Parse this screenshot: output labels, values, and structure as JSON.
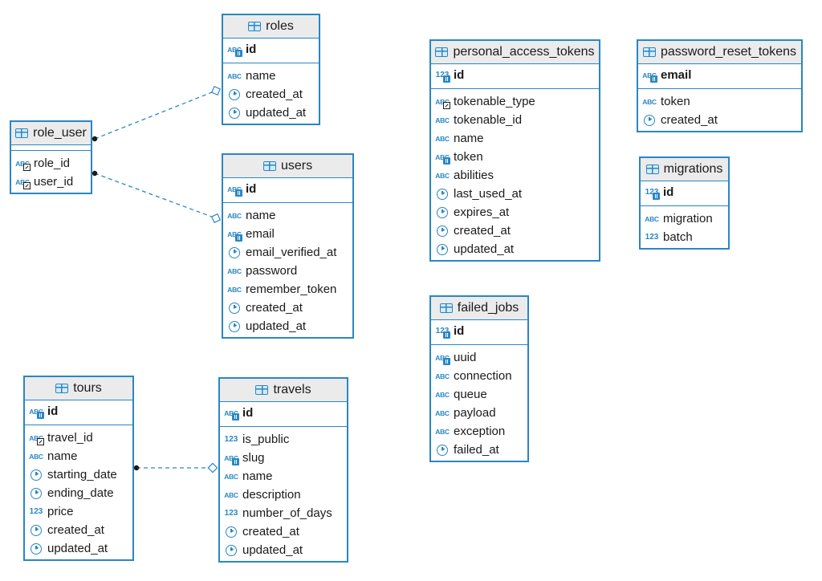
{
  "colors": {
    "accent": "#2a86c4",
    "header_bg": "#ebebeb"
  },
  "entities": {
    "roles": {
      "name": "roles",
      "pk": [
        {
          "name": "id",
          "type": "abc-key"
        }
      ],
      "cols": [
        {
          "name": "name",
          "type": "abc"
        },
        {
          "name": "created_at",
          "type": "clock"
        },
        {
          "name": "updated_at",
          "type": "clock"
        }
      ]
    },
    "role_user": {
      "name": "role_user",
      "pk": [],
      "cols": [
        {
          "name": "role_id",
          "type": "abc-fk"
        },
        {
          "name": "user_id",
          "type": "abc-fk"
        }
      ]
    },
    "users": {
      "name": "users",
      "pk": [
        {
          "name": "id",
          "type": "abc-key"
        }
      ],
      "cols": [
        {
          "name": "name",
          "type": "abc"
        },
        {
          "name": "email",
          "type": "abc-key"
        },
        {
          "name": "email_verified_at",
          "type": "clock"
        },
        {
          "name": "password",
          "type": "abc"
        },
        {
          "name": "remember_token",
          "type": "abc"
        },
        {
          "name": "created_at",
          "type": "clock"
        },
        {
          "name": "updated_at",
          "type": "clock"
        }
      ]
    },
    "personal_access_tokens": {
      "name": "personal_access_tokens",
      "pk": [
        {
          "name": "id",
          "type": "num-key"
        }
      ],
      "cols": [
        {
          "name": "tokenable_type",
          "type": "abc-fk"
        },
        {
          "name": "tokenable_id",
          "type": "abc"
        },
        {
          "name": "name",
          "type": "abc"
        },
        {
          "name": "token",
          "type": "abc-key"
        },
        {
          "name": "abilities",
          "type": "abc"
        },
        {
          "name": "last_used_at",
          "type": "clock"
        },
        {
          "name": "expires_at",
          "type": "clock"
        },
        {
          "name": "created_at",
          "type": "clock"
        },
        {
          "name": "updated_at",
          "type": "clock"
        }
      ]
    },
    "password_reset_tokens": {
      "name": "password_reset_tokens",
      "pk": [
        {
          "name": "email",
          "type": "abc-key"
        }
      ],
      "cols": [
        {
          "name": "token",
          "type": "abc"
        },
        {
          "name": "created_at",
          "type": "clock"
        }
      ]
    },
    "migrations": {
      "name": "migrations",
      "pk": [
        {
          "name": "id",
          "type": "num-key"
        }
      ],
      "cols": [
        {
          "name": "migration",
          "type": "abc"
        },
        {
          "name": "batch",
          "type": "num"
        }
      ]
    },
    "failed_jobs": {
      "name": "failed_jobs",
      "pk": [
        {
          "name": "id",
          "type": "num-key"
        }
      ],
      "cols": [
        {
          "name": "uuid",
          "type": "abc-key"
        },
        {
          "name": "connection",
          "type": "abc"
        },
        {
          "name": "queue",
          "type": "abc"
        },
        {
          "name": "payload",
          "type": "abc"
        },
        {
          "name": "exception",
          "type": "abc"
        },
        {
          "name": "failed_at",
          "type": "clock"
        }
      ]
    },
    "tours": {
      "name": "tours",
      "pk": [
        {
          "name": "id",
          "type": "abc-key"
        }
      ],
      "cols": [
        {
          "name": "travel_id",
          "type": "abc-fk"
        },
        {
          "name": "name",
          "type": "abc"
        },
        {
          "name": "starting_date",
          "type": "clock"
        },
        {
          "name": "ending_date",
          "type": "clock"
        },
        {
          "name": "price",
          "type": "num"
        },
        {
          "name": "created_at",
          "type": "clock"
        },
        {
          "name": "updated_at",
          "type": "clock"
        }
      ]
    },
    "travels": {
      "name": "travels",
      "pk": [
        {
          "name": "id",
          "type": "abc-key"
        }
      ],
      "cols": [
        {
          "name": "is_public",
          "type": "num"
        },
        {
          "name": "slug",
          "type": "abc-key"
        },
        {
          "name": "name",
          "type": "abc"
        },
        {
          "name": "description",
          "type": "abc"
        },
        {
          "name": "number_of_days",
          "type": "num"
        },
        {
          "name": "created_at",
          "type": "clock"
        },
        {
          "name": "updated_at",
          "type": "clock"
        }
      ]
    }
  },
  "relations": [
    {
      "from": "role_user",
      "to": "roles"
    },
    {
      "from": "role_user",
      "to": "users"
    },
    {
      "from": "tours",
      "to": "travels"
    }
  ],
  "type_glyphs": {
    "abc": "ABC",
    "num": "123"
  }
}
